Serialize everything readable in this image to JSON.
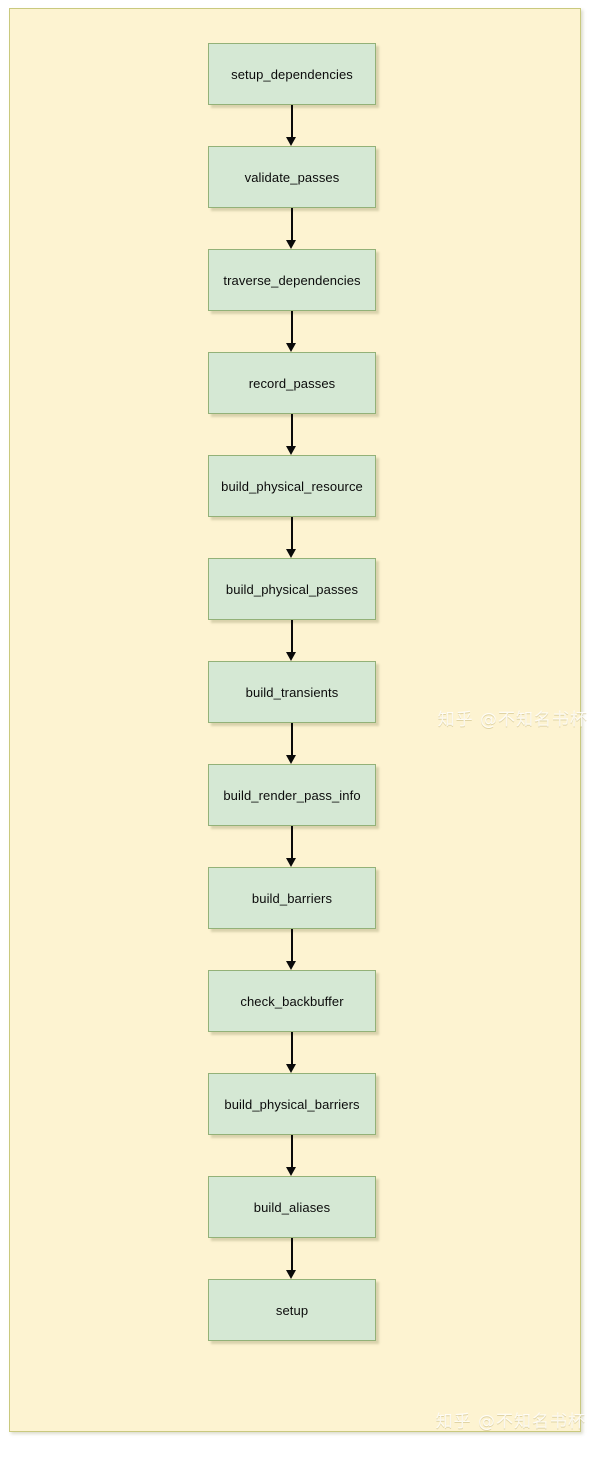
{
  "diagram": {
    "type": "flowchart",
    "orientation": "top-to-bottom",
    "frame": {
      "background_color": "#fdf3d1",
      "border_color": "#c9c97e"
    },
    "node_style": {
      "fill_color": "#d5e8d4",
      "border_color": "#93b178",
      "text_color": "#0b0b0b"
    },
    "edge_style": {
      "color": "#0a0a0a",
      "arrow": "filled-triangle"
    },
    "nodes": [
      {
        "id": "setup_dependencies",
        "label": "setup_dependencies"
      },
      {
        "id": "validate_passes",
        "label": "validate_passes"
      },
      {
        "id": "traverse_dependencies",
        "label": "traverse_dependencies"
      },
      {
        "id": "record_passes",
        "label": "record_passes"
      },
      {
        "id": "build_physical_resource",
        "label": "build_physical_resource"
      },
      {
        "id": "build_physical_passes",
        "label": "build_physical_passes"
      },
      {
        "id": "build_transients",
        "label": "build_transients"
      },
      {
        "id": "build_render_pass_info",
        "label": "build_render_pass_info"
      },
      {
        "id": "build_barriers",
        "label": "build_barriers"
      },
      {
        "id": "check_backbuffer",
        "label": "check_backbuffer"
      },
      {
        "id": "build_physical_barriers",
        "label": "build_physical_barriers"
      },
      {
        "id": "build_aliases",
        "label": "build_aliases"
      },
      {
        "id": "setup",
        "label": "setup"
      }
    ],
    "edges": [
      {
        "from": "setup_dependencies",
        "to": "validate_passes"
      },
      {
        "from": "validate_passes",
        "to": "traverse_dependencies"
      },
      {
        "from": "traverse_dependencies",
        "to": "record_passes"
      },
      {
        "from": "record_passes",
        "to": "build_physical_resource"
      },
      {
        "from": "build_physical_resource",
        "to": "build_physical_passes"
      },
      {
        "from": "build_physical_passes",
        "to": "build_transients"
      },
      {
        "from": "build_transients",
        "to": "build_render_pass_info"
      },
      {
        "from": "build_render_pass_info",
        "to": "build_barriers"
      },
      {
        "from": "build_barriers",
        "to": "check_backbuffer"
      },
      {
        "from": "check_backbuffer",
        "to": "build_physical_barriers"
      },
      {
        "from": "build_physical_barriers",
        "to": "build_aliases"
      },
      {
        "from": "build_aliases",
        "to": "setup"
      }
    ]
  },
  "watermarks": {
    "middle": "知乎 @不知名书杯",
    "bottom": "知乎 @不知名书杯"
  }
}
